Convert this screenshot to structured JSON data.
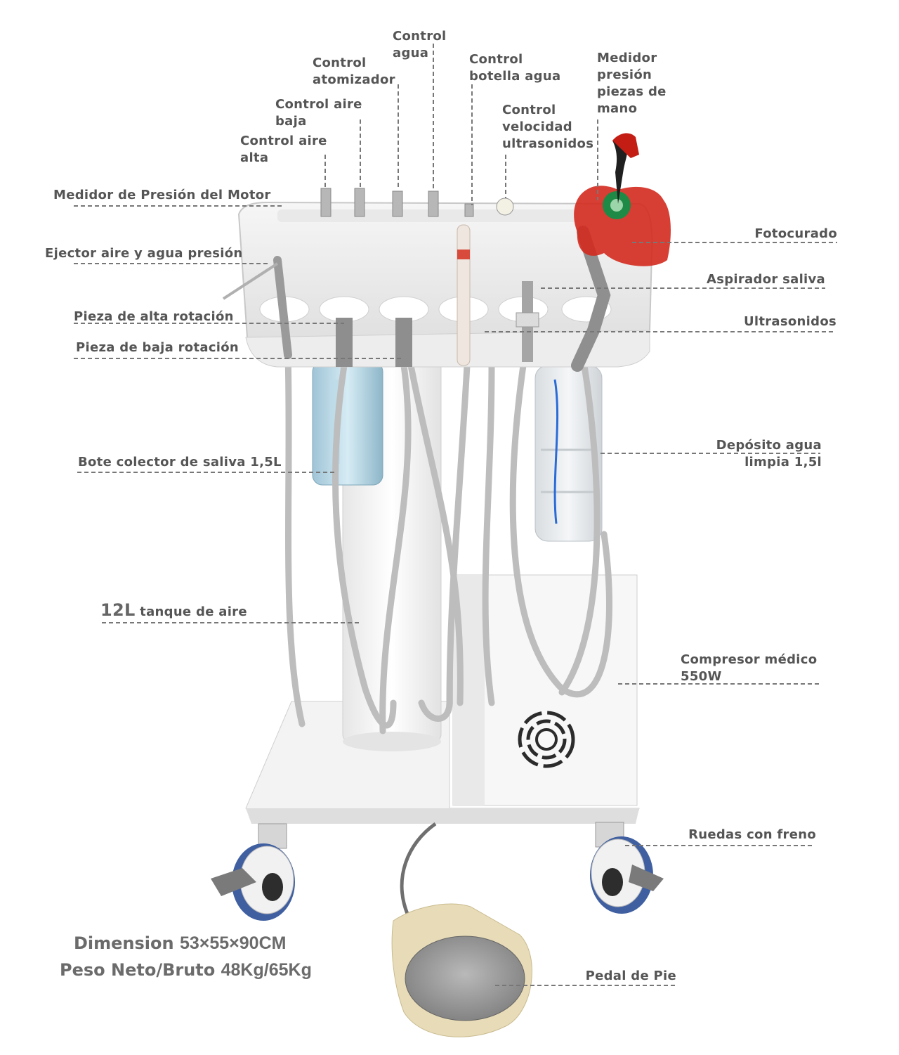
{
  "labels": {
    "control_agua": "Control\nagua",
    "control_atomizador": "Control\natomizador",
    "control_botella_agua": "Control\nbotella agua",
    "medidor_presion_piezas": "Medidor\npresión\npiezas de\nmano",
    "control_aire_baja": "Control aire\nbaja",
    "control_velocidad_ultrasonidos": "Control\nvelocidad\nultrasonidos",
    "control_aire_alta": "Control aire\nalta",
    "medidor_presion_motor": "Medidor de Presión del Motor",
    "fotocurado": "Fotocurado",
    "ejector_aire_agua": "Ejector aire y agua presión",
    "aspirador_saliva": "Aspirador saliva",
    "pieza_alta_rotacion": "Pieza de alta rotación",
    "ultrasonidos": "Ultrasonidos",
    "pieza_baja_rotacion": "Pieza de baja rotación",
    "deposito_agua": "Depósito agua\nlimpia 1,5l",
    "bote_colector": "Bote colector de saliva 1,5L",
    "tanque_aire_size": "12L",
    "tanque_aire_text": "tanque de aire",
    "compresor": "Compresor médico\n550W",
    "ruedas": "Ruedas con freno",
    "pedal": "Pedal de Pie"
  },
  "specs": {
    "dimension_label": "Dimension",
    "dimension_value": "53×55×90CM",
    "peso_label": "Peso Neto/Bruto",
    "peso_value": "48Kg/65Kg"
  },
  "colors": {
    "label_text": "#555555",
    "leader_line": "#777777",
    "light_cure": "#d42a1e"
  }
}
